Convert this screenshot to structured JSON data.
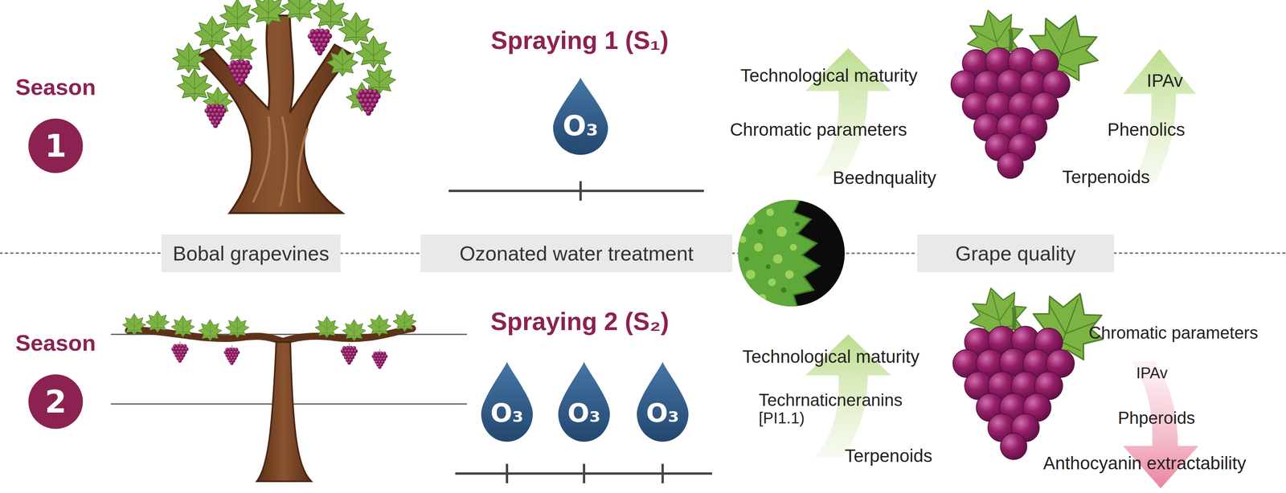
{
  "diagram": {
    "nodes": [
      {
        "text": [
          "Season",
          "1"
        ]
      },
      {
        "text": [
          "O₃"
        ]
      },
      {
        "text": [
          "Bobal grapevines"
        ]
      },
      {
        "text": [
          "Ozonated water treatment"
        ]
      },
      {
        "text": [
          "Grape quality"
        ]
      },
      {
        "text": [
          "Season",
          "2"
        ]
      },
      {
        "text": [
          "O₃"
        ]
      },
      {
        "text": [
          "O₃"
        ]
      },
      {
        "text": [
          "O₃"
        ]
      }
    ],
    "edges": [
      {
        "from": 2,
        "to": 3,
        "arrow": "none"
      },
      {
        "from": 3,
        "to": 4,
        "arrow": "none"
      }
    ],
    "labels": [
      "Spraying 1 (S₁)",
      "Technological maturity",
      "Chromatic parameters",
      "Beednquality",
      "IPAv",
      "Phenolics",
      "Terpenoids",
      "Spraying 2 (S₂)",
      "Technological maturity",
      "Techrnaticneranins",
      "[PI1.1)",
      "Terpenoids",
      "Chromatic parameters",
      "IPAv",
      "Phperoids",
      "Anthocyanin extractability"
    ]
  }
}
